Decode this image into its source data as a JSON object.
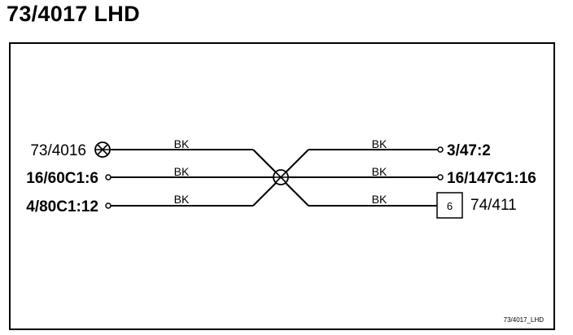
{
  "title": "73/4017 LHD",
  "left_terminals": [
    {
      "label": "73/4016",
      "type": "splice"
    },
    {
      "label": "16/60C1:6",
      "type": "pin"
    },
    {
      "label": "4/80C1:12",
      "type": "pin"
    }
  ],
  "right_terminals": [
    {
      "label": "3/47:2",
      "type": "pin"
    },
    {
      "label": "16/147C1:16",
      "type": "pin"
    },
    {
      "label": "74/411",
      "type": "connector",
      "connector_number": "6"
    }
  ],
  "wires_left": [
    "BK",
    "BK",
    "BK"
  ],
  "wires_right": [
    "BK",
    "BK",
    "BK"
  ],
  "drawing_ref": "73/4017_LHD"
}
